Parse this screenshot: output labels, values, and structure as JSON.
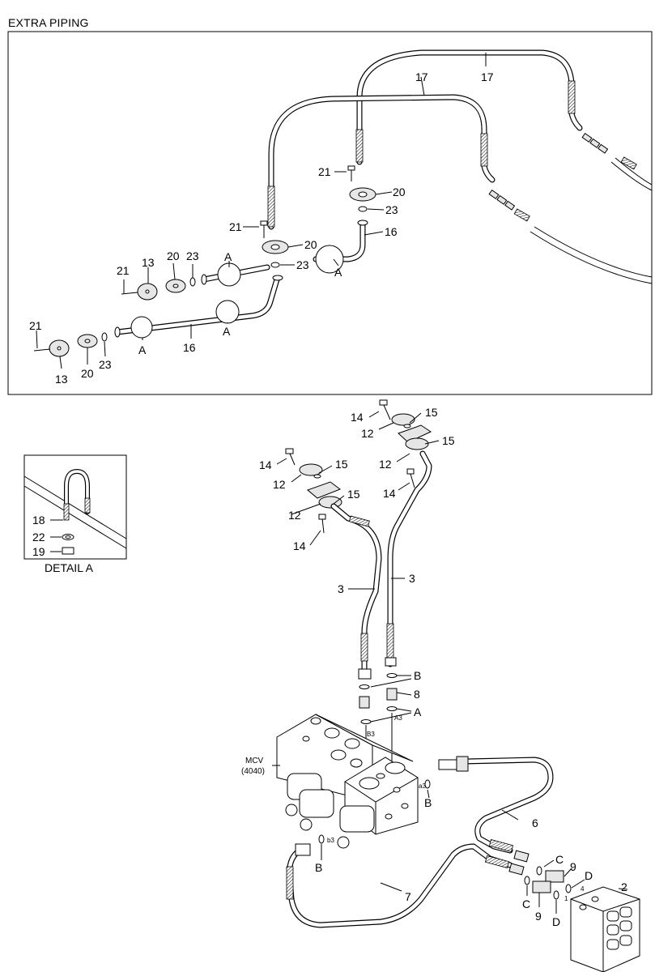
{
  "title": "EXTRA PIPING",
  "detail_title": "DETAIL A",
  "mcv_label": [
    "MCV",
    "(4040)"
  ],
  "ports": {
    "b3_upper": "B3",
    "a3": "A3",
    "a3_small": "a3",
    "b3_lower": "b3",
    "port4": "4",
    "port1": "1"
  },
  "top_labels": {
    "l17a": "17",
    "l17b": "17",
    "l21a": "21",
    "l20a": "20",
    "l23a": "23",
    "l16a": "16",
    "lAa": "A",
    "l21b": "21",
    "l20b": "20",
    "l23b": "23",
    "lAb": "A",
    "l21c": "21",
    "l13c": "13",
    "l20c": "20",
    "l23c": "23",
    "l21d": "21",
    "l13d": "13",
    "l20d": "20",
    "l23d": "23",
    "lAd": "A",
    "l16d": "16",
    "lAe": "A"
  },
  "detail_labels": {
    "l18": "18",
    "l22": "22",
    "l19": "19"
  },
  "bottom_labels": {
    "l14a": "14",
    "l12a": "12",
    "l15a": "15",
    "l15b": "15",
    "l12b": "12",
    "l14b": "14",
    "l14c": "14",
    "l12c": "12",
    "l15c": "15",
    "l12d": "12",
    "l15d": "15",
    "l14d": "14",
    "l3a": "3",
    "l3b": "3",
    "lB1": "B",
    "l8": "8",
    "lA1": "A",
    "lB2": "B",
    "lB3": "B",
    "l6": "6",
    "l7": "7",
    "lC1": "C",
    "l9a": "9",
    "lD1": "D",
    "l2": "2",
    "lC2": "C",
    "l9b": "9",
    "lD2": "D"
  }
}
